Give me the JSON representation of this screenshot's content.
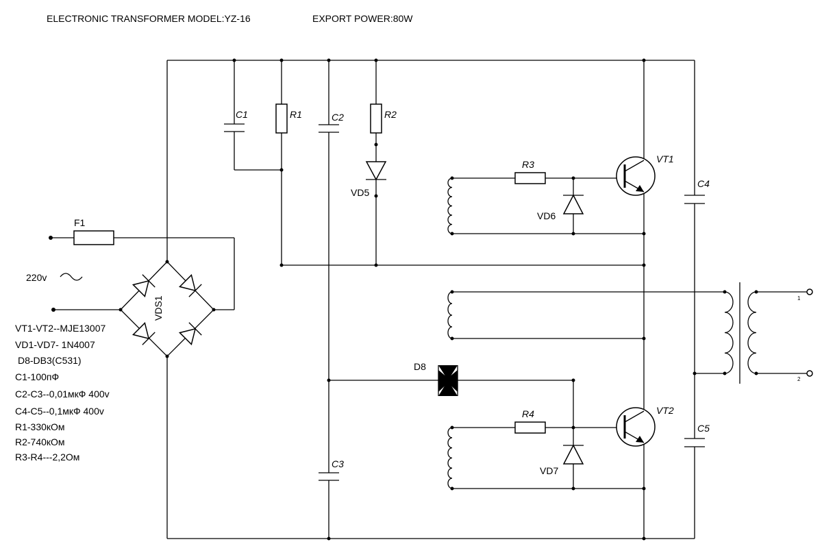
{
  "header": {
    "title": "ELECTRONIC TRANSFORMER  MODEL:YZ-16",
    "power": "EXPORT POWER:80W"
  },
  "components": {
    "fuse": "F1",
    "bridge": "VDS1",
    "c1": "C1",
    "c2": "C2",
    "c3": "C3",
    "c4": "C4",
    "c5": "C5",
    "r1": "R1",
    "r2": "R2",
    "r3": "R3",
    "r4": "R4",
    "vd5": "VD5",
    "vd6": "VD6",
    "vd7": "VD7",
    "d8": "D8",
    "vt1": "VT1",
    "vt2": "VT2"
  },
  "input": {
    "voltage": "220v",
    "ac_symbol": "~"
  },
  "output_pins": [
    "1",
    "2"
  ],
  "specs": [
    "VT1-VT2--MJE13007",
    "VD1-VD7- 1N4007",
    "D8-DB3(C531)",
    "C1-100пФ",
    "C2-C3--0,01мкФ   400v",
    "C4-C5--0,1мкФ    400v",
    "R1-330кОм",
    "R2-740кОм",
    "R3-R4---2,2Ом"
  ]
}
